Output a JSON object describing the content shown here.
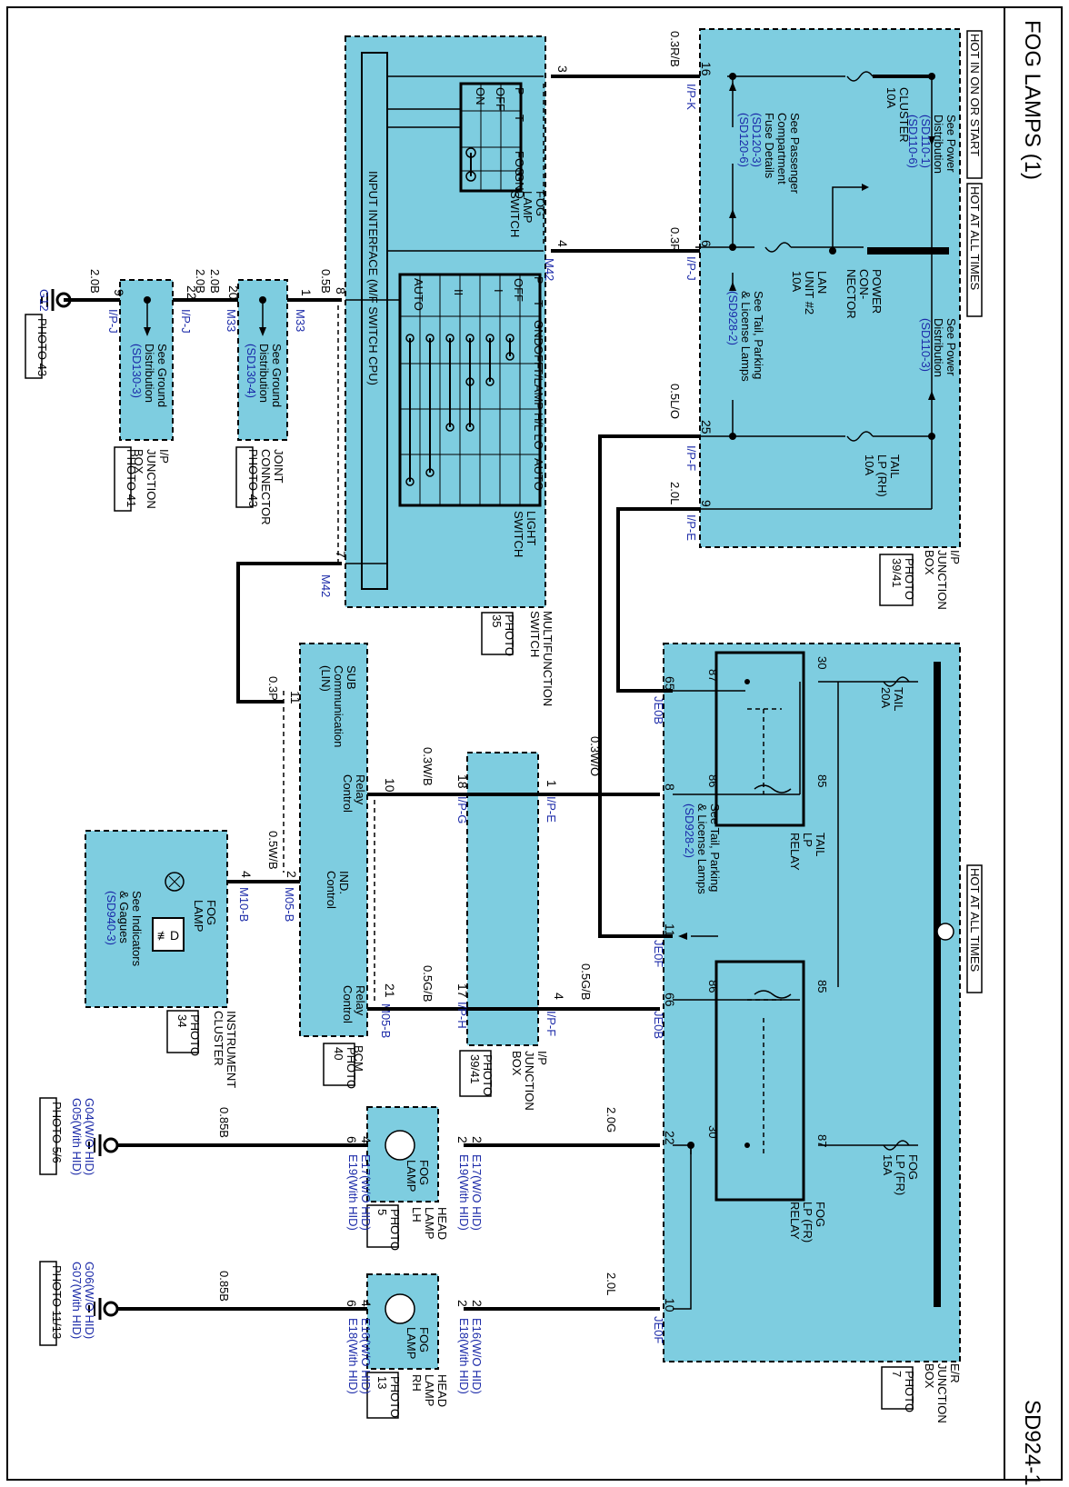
{
  "title": "FOG LAMPS (1)",
  "code": "SD924-1",
  "hot_labels": {
    "ip_box": [
      "HOT IN ON OR START",
      "HOT AT ALL TIMES"
    ],
    "er_box": "HOT AT ALL TIMES"
  },
  "ip_junction_box": {
    "label": [
      "I/P",
      "JUNCTION",
      "BOX"
    ],
    "photo": [
      "PHOTO",
      "39/41"
    ],
    "fuses": [
      {
        "name": [
          "CLUSTER",
          "10A"
        ]
      },
      {
        "name": [
          "LAN",
          "UNIT #2",
          "10A"
        ]
      },
      {
        "name": [
          "TAIL",
          "LP (RH)",
          "10A"
        ]
      }
    ],
    "power_connector": [
      "POWER",
      "CON-",
      "NECTOR"
    ],
    "refs": {
      "power_dist_1": [
        "See Power",
        "Distribution",
        "(SD110-1)",
        "(SD110-6)"
      ],
      "power_dist_2": [
        "See Power",
        "Distribution",
        "(SD110-3)"
      ],
      "passenger": [
        "See Passenger",
        "Compartment",
        "Fuse Details",
        "(SD120-3)",
        "(SD120-6)"
      ],
      "tail_parking": [
        "See Tail, Parking",
        "& License Lamps",
        "(SD928-2)"
      ]
    },
    "pins": [
      {
        "num": "16",
        "conn": "I/P-K",
        "wire": "0.3R/B"
      },
      {
        "num": "6",
        "conn": "I/P-J",
        "wire": "0.3R"
      },
      {
        "num": "25",
        "conn": "I/P-F",
        "wire": "0.5L/O"
      },
      {
        "num": "9",
        "conn": "I/P-E",
        "wire": "2.0L"
      }
    ]
  },
  "multifunction_switch": {
    "label": [
      "MULTIFUNCTION",
      "SWITCH"
    ],
    "photo": [
      "PHOTO",
      "35"
    ],
    "cpu": "INPUT INTERFACE (M/F SWITCH CPU)",
    "fog_lamp_switch": {
      "label": [
        "FOG",
        "LAMP",
        "SWITCH"
      ],
      "cols": [
        "P",
        "T",
        "FOG",
        "GND"
      ],
      "rows": [
        "OFF",
        "ON"
      ]
    },
    "light_switch": {
      "label": [
        "LIGHT",
        "SWITCH"
      ],
      "cols": [
        "P",
        "T",
        "GND",
        "OFF",
        "T/LAMP",
        "H/L LO",
        "AUTO"
      ],
      "rows": [
        "OFF",
        "I",
        "II",
        "AUTO"
      ]
    },
    "pins": [
      {
        "num": "3"
      },
      {
        "num": "4",
        "conn": "M42"
      },
      {
        "num": "8"
      },
      {
        "num": "7",
        "conn": "M42"
      }
    ]
  },
  "joint_connector": {
    "label": [
      "JOINT",
      "CONNECTOR"
    ],
    "photo": "PHOTO 43",
    "ref": [
      "See Ground",
      "Distribution",
      "(SD130-4)"
    ],
    "pins": [
      {
        "num": "1",
        "conn": "M33",
        "wire": "0.5B"
      },
      {
        "num": "20",
        "conn": "M33",
        "wire": "2.0B"
      }
    ]
  },
  "ip_junction_box_ground": {
    "label": [
      "I/P",
      "JUNCTION",
      "BOX"
    ],
    "photo": "PHOTO 41",
    "ref": [
      "See Ground",
      "Distribution",
      "(SD130-3)"
    ],
    "pins": [
      {
        "num": "22",
        "conn": "I/P-J",
        "wire": "2.0B"
      },
      {
        "num": "9",
        "conn": "I/P-J",
        "wire": "2.0B"
      }
    ]
  },
  "ground_g12": {
    "name": "G12",
    "photo": "PHOTO 43"
  },
  "er_junction_box": {
    "label": [
      "E/R",
      "JUNCTION",
      "BOX"
    ],
    "photo": [
      "PHOTO",
      "7"
    ],
    "tail_fuse": [
      "TAIL",
      "20A"
    ],
    "fog_fuse": [
      "FOG",
      "LP (FR)",
      "15A"
    ],
    "tail_relay": [
      "TAIL",
      "LP",
      "RELAY"
    ],
    "fog_relay": [
      "FOG",
      "LP (FR)",
      "RELAY"
    ],
    "ref_tail": [
      "See Tail, Parking",
      "& License Lamps",
      "(SD928-2)"
    ],
    "relay_pins": [
      "30",
      "87",
      "86",
      "85"
    ],
    "pins": [
      {
        "num": "65",
        "conn": "JE0B"
      },
      {
        "num": "8"
      },
      {
        "num": "11",
        "conn": "JE0F"
      },
      {
        "num": "66",
        "conn": "JE0B"
      },
      {
        "num": "22"
      },
      {
        "num": "10",
        "conn": "JE0F"
      }
    ]
  },
  "ip_junction_mid": {
    "label": [
      "I/P",
      "JUNCTION",
      "BOX"
    ],
    "photo": [
      "PHOTO",
      "39/41"
    ],
    "pins": [
      {
        "num": "1",
        "conn": "I/P-E",
        "wire": "0.3W/O"
      },
      {
        "num": "18",
        "conn": "I/P-G",
        "wire": "0.3W/B"
      },
      {
        "num": "4",
        "conn": "I/P-F",
        "wire": "0.5G/B"
      },
      {
        "num": "17",
        "conn": "I/P-H",
        "wire": "0.5G/B"
      }
    ]
  },
  "bcm": {
    "label": "BCM",
    "photo": [
      "PHOTO",
      "40"
    ],
    "sub_comm": [
      "SUB",
      "Communication",
      "(LIN)"
    ],
    "relay_control": [
      "Relay",
      "Control"
    ],
    "ind_control": [
      "IND.",
      "Control"
    ],
    "pins": [
      {
        "num": "11",
        "wire": "0.3P"
      },
      {
        "num": "10"
      },
      {
        "num": "2",
        "conn": "M05-B",
        "wire": "0.5W/B"
      },
      {
        "num": "21",
        "conn": "M05-B"
      }
    ]
  },
  "instrument_cluster": {
    "label": [
      "INSTRUMENT",
      "CLUSTER"
    ],
    "photo": [
      "PHOTO",
      "34"
    ],
    "fog_lamp": [
      "FOG",
      "LAMP"
    ],
    "ref": [
      "See Indicators",
      "& Gagues",
      "(SD940-3)"
    ],
    "pin": {
      "num": "4",
      "conn": "M10-B"
    }
  },
  "head_lamp_lh": {
    "label": [
      "HEAD",
      "LAMP",
      "LH"
    ],
    "photo": [
      "PHOTO",
      "5"
    ],
    "fog": [
      "FOG",
      "LAMP"
    ],
    "in_conn": [
      "E17(W/O HID)",
      "E19(With HID)"
    ],
    "out_conn": [
      "E17(W/O HID)",
      "E19(With HID)"
    ],
    "in_wire": "2.0G",
    "out_wire": "0.85B",
    "pins": [
      "2",
      "2",
      "4",
      "6"
    ]
  },
  "head_lamp_rh": {
    "label": [
      "HEAD",
      "LAMP",
      "RH"
    ],
    "photo": [
      "PHOTO",
      "13"
    ],
    "fog": [
      "FOG",
      "LAMP"
    ],
    "in_conn": [
      "E16(W/O HID)",
      "E18(With HID)"
    ],
    "out_conn": [
      "E16(W/O HID)",
      "E18(With HID)"
    ],
    "in_wire": "2.0L",
    "out_wire": "0.85B",
    "pins": [
      "2",
      "2",
      "4",
      "6"
    ]
  },
  "ground_lh": {
    "names": [
      "G04(W/O HID)",
      "G05(With HID)"
    ],
    "photo": "PHOTO 5/6"
  },
  "ground_rh": {
    "names": [
      "G06(W/O HID)",
      "G07(With HID)"
    ],
    "photo": "PHOTO 11/13"
  }
}
